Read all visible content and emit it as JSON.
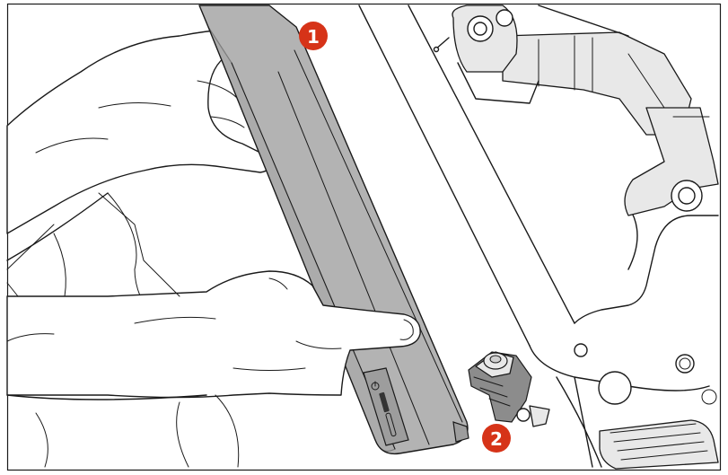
{
  "steps": [
    {
      "label": "1"
    },
    {
      "label": "2"
    }
  ],
  "colors": {
    "badge": "#d63318",
    "battery": "#b3b3b3",
    "outline": "#1a1a1a",
    "border": "#1a1a1a"
  },
  "icons": {
    "step_badge": "numbered-circle-badge",
    "battery_power": "power-symbol-icon"
  }
}
